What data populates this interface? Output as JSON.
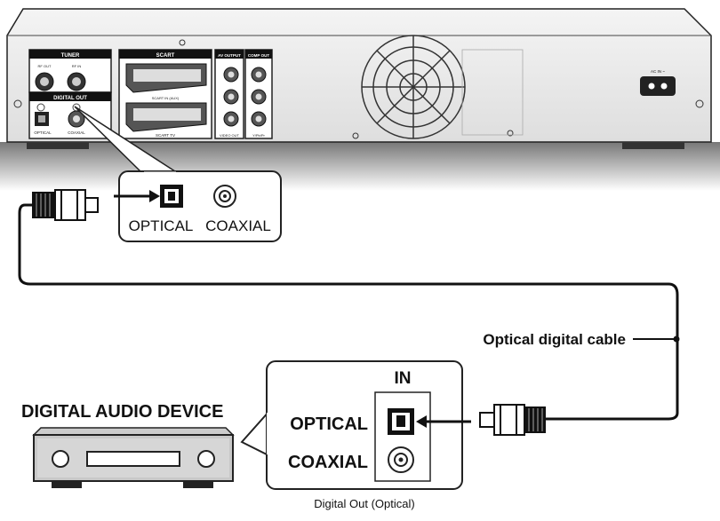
{
  "rear_panel": {
    "tuner": {
      "header": "TUNER",
      "rf_out": "RF OUT",
      "rf_in": "RF IN"
    },
    "digital_out": {
      "header": "DIGITAL OUT",
      "optical": "OPTICAL",
      "coaxial": "COAXIAL"
    },
    "scart": {
      "header": "SCART",
      "scart_in": "SCART IN (AUX)",
      "tv_label": "SCART TV"
    },
    "av_output": {
      "header": "AV OUTPUT",
      "label": "VIDEO OUT"
    },
    "comp_out": {
      "header": "COMP OUT",
      "label": "Y/Pb/Pr"
    },
    "ac_in": "AC IN ~"
  },
  "zoom_player": {
    "optical": "OPTICAL",
    "coaxial": "COAXIAL"
  },
  "cable_label": "Optical digital cable",
  "device": {
    "title": "DIGITAL AUDIO DEVICE",
    "in_label": "IN",
    "optical": "OPTICAL",
    "coaxial": "COAXIAL",
    "caption": "Digital Out (Optical)"
  }
}
